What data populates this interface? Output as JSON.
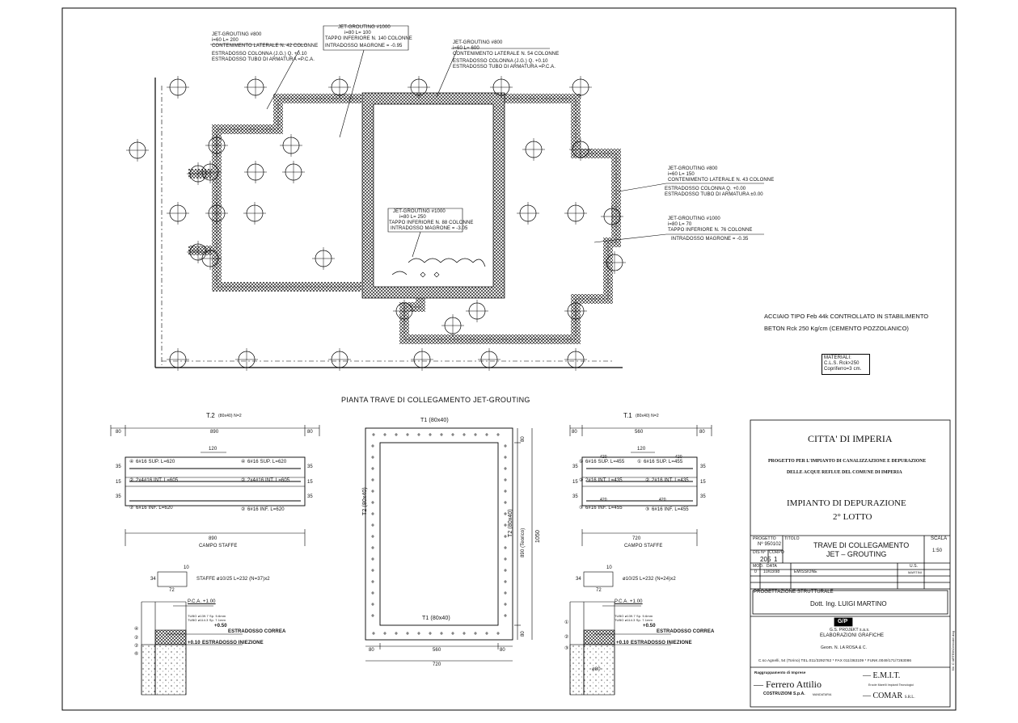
{
  "plan": {
    "callouts": [
      [
        "JET-GROUTING #800",
        "i=60 L= 200",
        "CONTENIMENTO LATERALE N. 42 COLONNE",
        "ESTRADOSSO COLONNA (J.G.) Q. +0.10",
        "ESTRADOSSO TUBO DI ARMATURA =P.C.A."
      ],
      [
        "JET-GROUTING #1000",
        "i=80 L= 100",
        "TAPPO INFERIORE N. 140 COLONNE",
        "INTRADOSSO MAGRONE = -0.95"
      ],
      [
        "JET-GROUTING #800",
        "i=60 L= 600",
        "CONTENIMENTO LATERALE N. 54 COLONNE",
        "ESTRADOSSO COLONNA (J.G.) Q. +0.10",
        "ESTRADOSSO TUBO DI ARMATURA =P.C.A."
      ],
      [
        "JET-GROUTING #800",
        "i=60 L= 150",
        "CONTENIMENTO LATERALE N. 43 COLONNE",
        "ESTRADOSSO COLONNA Q. +0.00",
        "ESTRADOSSO TUBO DI ARMATURA ±0.00"
      ],
      [
        "JET-GROUTING #1000",
        "i=80 L= 70",
        "TAPPO INFERIORE N. 76 COLONNE",
        "INTRADOSSO MAGRONE = -0.35"
      ],
      [
        "JET-GROUTING #1000",
        "i=80 L= 250",
        "TAPPO INFERIORE N. 88 COLONNE",
        "INTRADOSSO MAGRONE = -3.05"
      ]
    ],
    "steel_note": "ACCIAIO TIPO Feb 44k CONTROLLATO IN STABILIMENTO",
    "beton_note": "BETON Rck 250 Kg/cm   (CEMENTO POZZOLANICO)",
    "materials": [
      "MATERIALI:",
      "C.L.S. Rck>250",
      "Copriferro=3 cm."
    ],
    "caption": "PIANTA TRAVE DI COLLEGAMENTO JET-GROUTING"
  },
  "t2": {
    "title": "T.2",
    "subtitle": "(80x40)  N=2",
    "dims": [
      "80",
      "890",
      "120",
      "890",
      "35",
      "15",
      "35",
      "35",
      "15",
      "35"
    ],
    "bars": [
      "6#16 SUP. L=620",
      "6#16 SUP. L=620",
      "2x4#16 INT. L=605",
      "2x4#16 INT. L=605",
      "6#16 INF. L=620",
      "6#16 INF. L=620"
    ],
    "bar_marks": [
      "④",
      "④",
      "②",
      "②",
      "②",
      "②"
    ],
    "campo": "CAMPO STAFFE",
    "stirrup": "STAFFE ø10/25 L=232 (N=37)x2",
    "stirrup_dims": [
      "10",
      "34",
      "72"
    ]
  },
  "t1sec": {
    "title": "T1 (80x40)",
    "title_bottom": "T1 (80x40)",
    "left_label": "T2 (80x40)",
    "right_label": "T2 (80x40)",
    "right_label2": "890 (Teorico)",
    "total": "1050",
    "dims": [
      "80",
      "80",
      "80",
      "560",
      "80",
      "720"
    ]
  },
  "t1": {
    "title": "T.1",
    "subtitle": "(80x40)  N=2",
    "dims": [
      "80",
      "560",
      "80",
      "120",
      "420",
      "420",
      "420",
      "420",
      "720"
    ],
    "bars": [
      "6#16 SUP. L=455",
      "6#16 SUP. L=455",
      "2#16 INT. L=435",
      "2#16 INT. L=435",
      "6#16 INF. L=455",
      "6#16 INF. L=455"
    ],
    "bar_marks": [
      "①",
      "①",
      "②",
      "②",
      "③",
      "③"
    ],
    "side_dims": [
      "35",
      "15",
      "35",
      "35",
      "15",
      "35"
    ],
    "campo": "CAMPO STAFFE",
    "stirrup": "ø10/25 L=232 (N=24)x2",
    "stirrup_dims": [
      "10",
      "34",
      "72"
    ]
  },
  "details": {
    "pca": "P.C.A. +1.00",
    "tubo1": "TUBO ø139.7 Sp. 5.6mm",
    "tubo2": "TUBO ø114.3 Sp. 7.1mm",
    "plus050": "+0.50",
    "estr_correa": "ESTRADOSSO CORREA",
    "plus010": "+0.10",
    "estr_iniez": "ESTRADOSSO INIEZIONE",
    "d80": "ø80",
    "marks_left": [
      "④",
      "②",
      "②",
      "⑥"
    ],
    "marks_right": [
      "①",
      "②",
      "③"
    ]
  },
  "titleblock": {
    "city": "CITTA' DI IMPERIA",
    "project_l1": "PROGETTO PER L'IMPIANTO DI CANALIZZAZIONE E DEPURAZIONE",
    "project_l2": "DELLE ACQUE REFLUE DEL COMUNE DI IMPERIA",
    "impianto": "IMPIANTO DI DEPURAZIONE",
    "lotto": "2° LOTTO",
    "progetto_lbl": "PROGETTO",
    "progetto_no": "Nº 950102",
    "titolo_lbl": "TITOLO",
    "titolo_l1": "TRAVE DI COLLEGAMENTO",
    "titolo_l2": "JET – GROUTING",
    "scala_lbl": "SCALA",
    "scala": "1:50",
    "dis_lbl": "DIS Nº",
    "dis": "205",
    "corpo_lbl": "CORPO",
    "corpo": "1",
    "mod_lbl": "MOD.",
    "data_lbl": "DATA",
    "us_lbl": "U.S.",
    "mod": "0",
    "data": "10/03/98",
    "emissione": "EMISSIONE",
    "us": "MARTINI",
    "prog_strut": "PROGETTAZIONE STRUTTURALE",
    "engineer": "Dott. Ing. LUIGI MARTINO",
    "logo": "G/P",
    "company": "G.S. PROJEKT s.a.s.",
    "elab": "ELABORAZIONI GRAFICHE",
    "geom": "Geom. N. LA ROSA & C.",
    "address": "C.so Agnelli, 54 (Torino) TEL.011/3292762 * FAX 011/363109 * FUNK.0049/171/7263086",
    "raggr": "Raggruppamento di Imprese",
    "ferrero": "Ferrero Attilio",
    "costruzioni": "COSTRUZIONI S.p.A.",
    "mandataria": "MANDATARIA",
    "emit": "E.M.I.T.",
    "emit_sub": "Ercole Marelli Impianti Tecnologici",
    "comar": "COMAR",
    "comar_sub": "S.R.L.",
    "file": "file: C:\\ARTEM\\Celmodel.dwg"
  }
}
